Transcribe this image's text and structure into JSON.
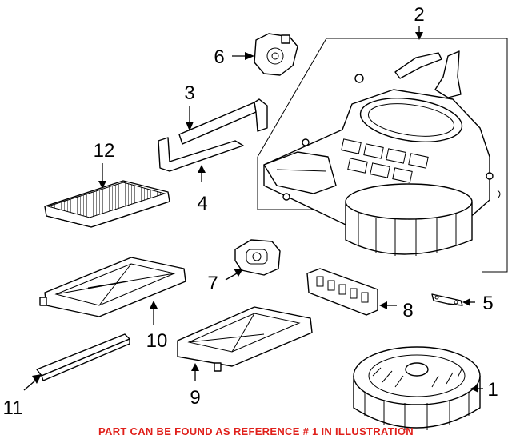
{
  "callouts": {
    "c1": "1",
    "c2": "2",
    "c3": "3",
    "c4": "4",
    "c5": "5",
    "c6": "6",
    "c7": "7",
    "c8": "8",
    "c9": "9",
    "c10": "10",
    "c11": "11",
    "c12": "12"
  },
  "footer": {
    "note": "PART CAN BE FOUND AS REFERENCE # 1 IN ILLUSTRATION"
  },
  "colors": {
    "note": "#e0201b",
    "line": "#000000"
  }
}
